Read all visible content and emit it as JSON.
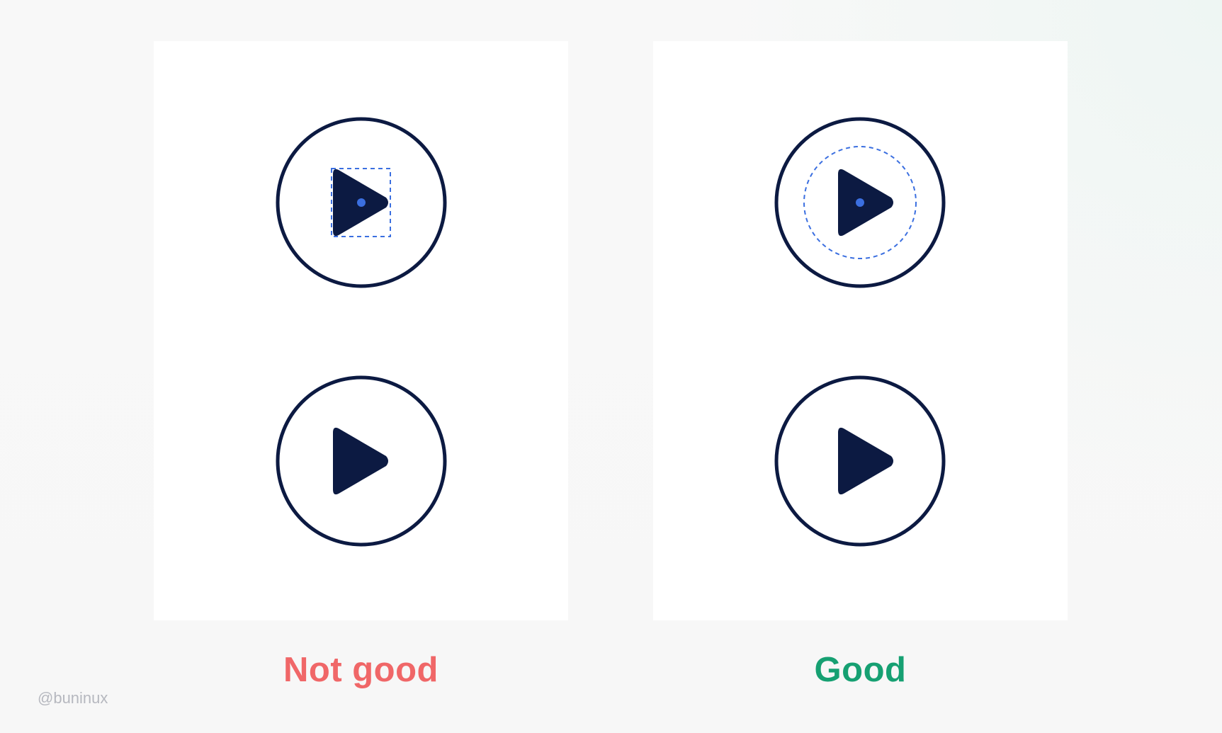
{
  "panels": [
    {
      "caption": "Not good",
      "caption_color": "#f06768",
      "guide": "bounding-box"
    },
    {
      "caption": "Good",
      "caption_color": "#16a072",
      "guide": "optical-circle"
    }
  ],
  "watermark": "@buninux",
  "colors": {
    "icon": "#0c1a42",
    "guide": "#3b6fe0",
    "panel": "#ffffff"
  }
}
